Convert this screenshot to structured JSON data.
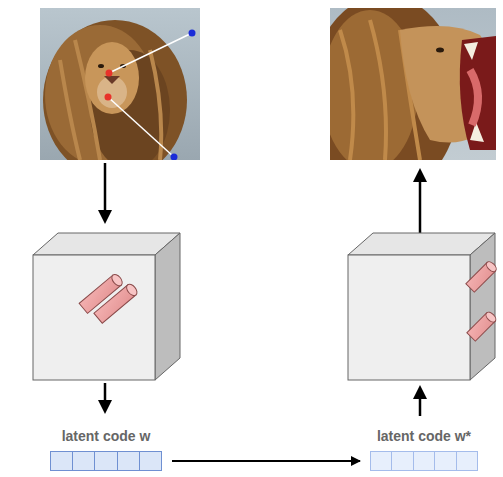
{
  "diagram": {
    "nodes": [
      {
        "text": [
          "latent code w"
        ]
      },
      {
        "text": [
          "latent code w*"
        ]
      }
    ],
    "edges": [
      {
        "from": 0,
        "to": 1,
        "arrow": "to"
      }
    ]
  }
}
